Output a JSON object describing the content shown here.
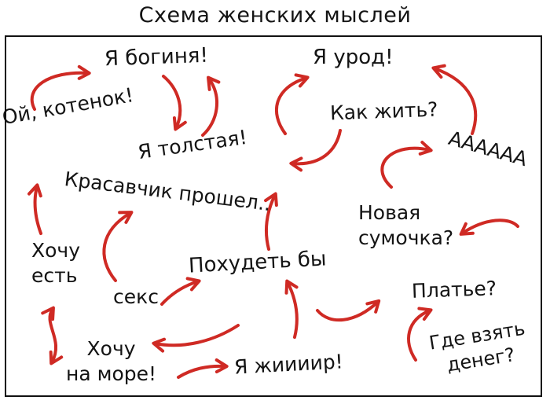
{
  "title": "Схема женских мыслей",
  "colors": {
    "accent": "#cf2a24",
    "ink": "#141414",
    "background": "#ffffff"
  },
  "nodes": {
    "goddess": "Я богиня!",
    "ugly": "Я урод!",
    "kitten": "Ой, котенок!",
    "how_to_live": "Как жить?",
    "fat": "Я толстая!",
    "scream": "АААААА",
    "handsome": "Красавчик прошел..",
    "new_bag": "Новая\nсумочка?",
    "want_eat": "Хочу\nесть",
    "lose_weight": "Похудеть бы",
    "sex": "секс",
    "dress": "Платье?",
    "sea": "Хочу\nна море!",
    "oink": "Я жиииир!",
    "money": "Где взять\nденег?"
  }
}
